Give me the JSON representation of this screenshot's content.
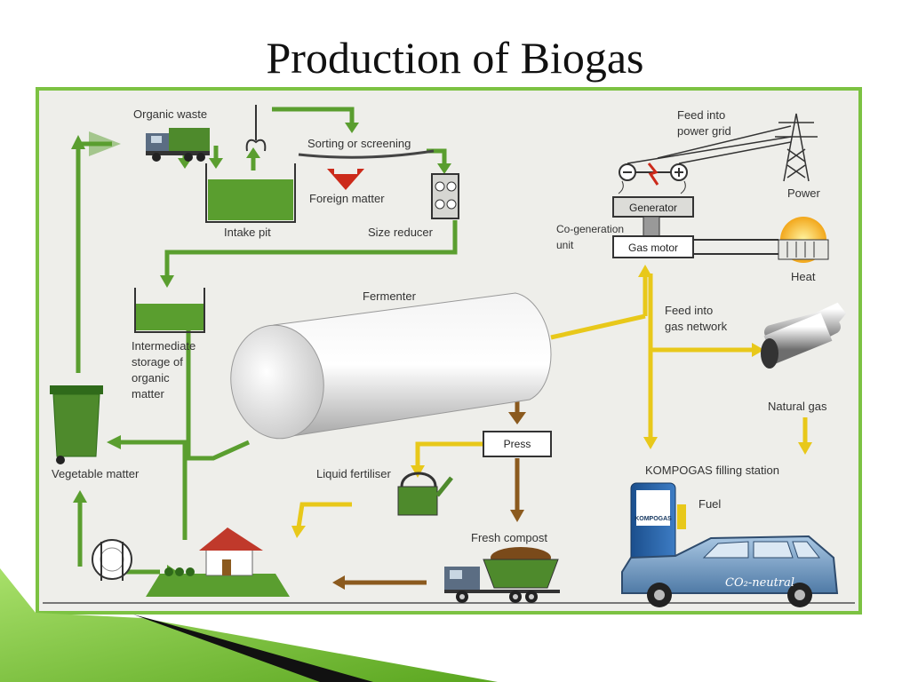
{
  "title": "Production of Biogas",
  "labels": {
    "organic_waste": "Organic waste",
    "sorting": "Sorting or screening",
    "foreign_matter": "Foreign matter",
    "intake_pit": "Intake pit",
    "size_reducer": "Size reducer",
    "intermediate_1": "Intermediate",
    "intermediate_2": "storage of",
    "intermediate_3": "organic",
    "intermediate_4": "matter",
    "fermenter": "Fermenter",
    "vegetable_matter": "Vegetable matter",
    "press": "Press",
    "liquid_fertiliser": "Liquid fertiliser",
    "fresh_compost": "Fresh compost",
    "feed_power_1": "Feed into",
    "feed_power_2": "power grid",
    "power": "Power",
    "generator": "Generator",
    "cogen_1": "Co-generation",
    "cogen_2": "unit",
    "gas_motor": "Gas motor",
    "heat": "Heat",
    "feed_gas_1": "Feed into",
    "feed_gas_2": "gas network",
    "natural_gas": "Natural gas",
    "filling_station": "KOMPOGAS filling station",
    "fuel": "Fuel",
    "pump_brand": "KOMPOGAS",
    "car_text": "CO₂-neutral"
  },
  "colors": {
    "frame": "#7cc242",
    "diagram_bg": "#eeeeea",
    "green_flow": "#5a9e2f",
    "yellow_flow": "#e8c81a",
    "brown_flow": "#8b5a1e",
    "corner_green": "#7dc043"
  }
}
